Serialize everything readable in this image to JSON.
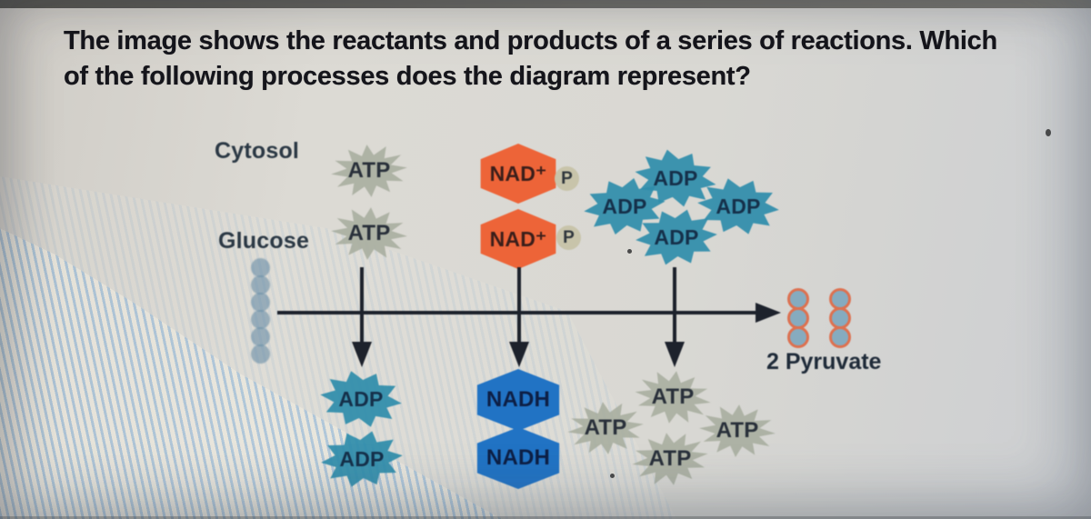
{
  "question": {
    "line1": "The image shows the reactants and products of a series of reactions. Which",
    "line2": "of the following processes does the diagram represent?"
  },
  "diagram": {
    "compartment_label": "Cytosol",
    "substrate_label": "Glucose",
    "product_label": "2 Pyruvate",
    "glucose_carbons": 6,
    "pyruvate_molecules": 2,
    "pyruvate_carbons_each": 3,
    "top_molecules": [
      {
        "id": "atp-in-1",
        "shape": "burst",
        "color": "gray",
        "label": "ATP"
      },
      {
        "id": "atp-in-2",
        "shape": "burst",
        "color": "gray",
        "label": "ATP"
      },
      {
        "id": "nad-1",
        "shape": "hexagon",
        "color": "orange",
        "label": "NAD⁺"
      },
      {
        "id": "p-1",
        "shape": "circle",
        "color": "tan",
        "label": "P"
      },
      {
        "id": "nad-2",
        "shape": "hexagon",
        "color": "orange",
        "label": "NAD⁺"
      },
      {
        "id": "p-2",
        "shape": "circle",
        "color": "tan",
        "label": "P"
      },
      {
        "id": "adp-in-1",
        "shape": "burst",
        "color": "teal",
        "label": "ADP"
      },
      {
        "id": "adp-in-2",
        "shape": "burst",
        "color": "teal",
        "label": "ADP"
      },
      {
        "id": "adp-in-3",
        "shape": "burst",
        "color": "teal",
        "label": "ADP"
      },
      {
        "id": "adp-in-4",
        "shape": "burst",
        "color": "teal",
        "label": "ADP"
      }
    ],
    "bottom_molecules": [
      {
        "id": "adp-out-1",
        "shape": "burst",
        "color": "teal",
        "label": "ADP"
      },
      {
        "id": "adp-out-2",
        "shape": "burst",
        "color": "teal",
        "label": "ADP"
      },
      {
        "id": "nadh-1",
        "shape": "hexagon",
        "color": "blue",
        "label": "NADH"
      },
      {
        "id": "nadh-2",
        "shape": "hexagon",
        "color": "blue",
        "label": "NADH"
      },
      {
        "id": "atp-out-1",
        "shape": "burst",
        "color": "gray",
        "label": "ATP"
      },
      {
        "id": "atp-out-2",
        "shape": "burst",
        "color": "gray",
        "label": "ATP"
      },
      {
        "id": "atp-out-3",
        "shape": "burst",
        "color": "gray",
        "label": "ATP"
      },
      {
        "id": "atp-out-4",
        "shape": "burst",
        "color": "gray",
        "label": "ATP"
      }
    ]
  },
  "colors": {
    "atp_burst": "#a7ad9e",
    "adp_burst": "#2f8dab",
    "nad_hexagon": "#ed6438",
    "nadh_hexagon": "#2173c4",
    "phosphate_circle": "#c8c4aa",
    "pyruvate_fill": "#86abbf",
    "pyruvate_stroke": "#dd7150",
    "glucose_circle": "#5d86a2",
    "arrow": "#1d222c"
  }
}
